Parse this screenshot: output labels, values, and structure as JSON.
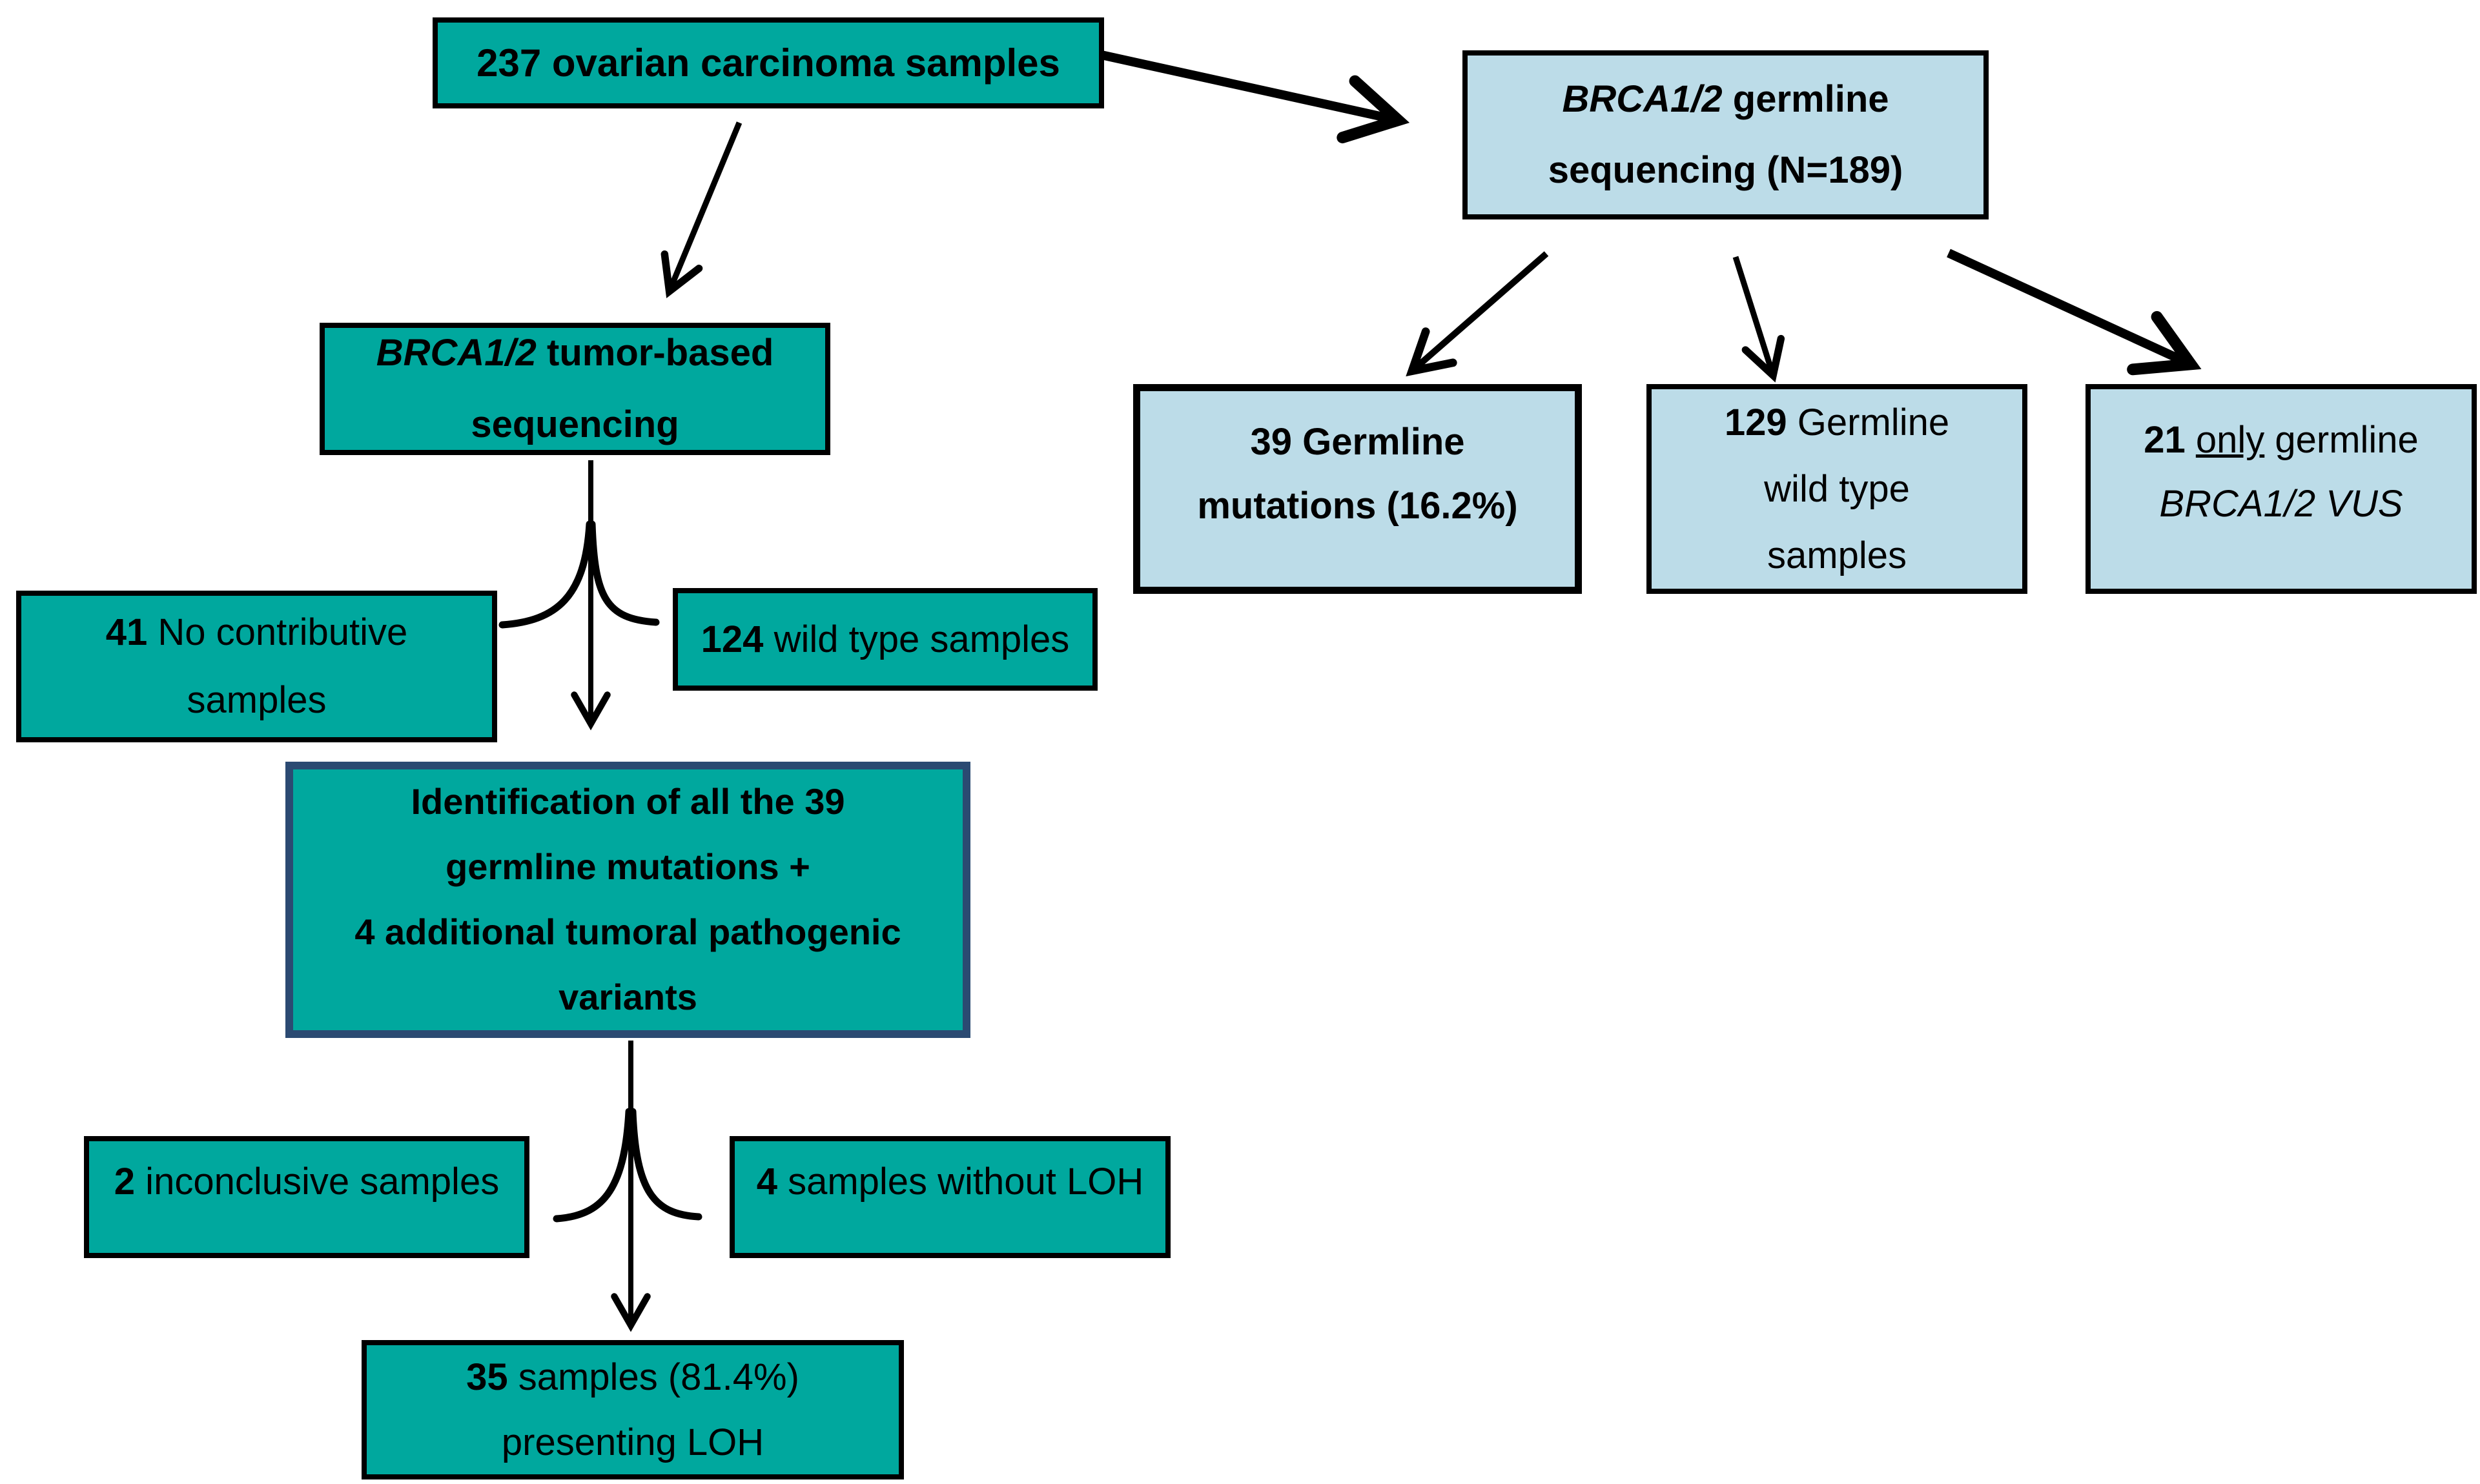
{
  "figure": {
    "description": "Flow chart of BRCA1/2 sequencing of ovarian carcinoma samples"
  },
  "colors": {
    "teal_box_fill": "#00A89E",
    "light_blue_box_fill": "#BCDCE8",
    "identification_box_border": "#2B4A72",
    "default_border": "#000000",
    "arrow": "#000000",
    "background": "#FFFFFF"
  },
  "nodes": {
    "total_samples": {
      "segments": [
        {
          "t": "237 ovarian carcinoma samples",
          "b": true
        }
      ]
    },
    "germline_sequencing": {
      "segments": [
        {
          "t": "BRCA1/2",
          "b": true,
          "i": true
        },
        {
          "t": " germline",
          "b": true
        },
        {
          "br": true
        },
        {
          "t": "sequencing (N=189)",
          "b": true
        }
      ]
    },
    "tumor_based_sequencing": {
      "segments": [
        {
          "t": "BRCA1/2",
          "b": true,
          "i": true
        },
        {
          "t": " tumor-based",
          "b": true
        },
        {
          "br": true
        },
        {
          "t": "sequencing",
          "b": true
        }
      ]
    },
    "germline_mutations": {
      "segments": [
        {
          "t": "39 Germline",
          "b": true
        },
        {
          "br": true
        },
        {
          "t": "mutations (16.2%)",
          "b": true
        }
      ]
    },
    "germline_wild_type": {
      "segments": [
        {
          "t": "129",
          "b": true
        },
        {
          "t": " Germline"
        },
        {
          "br": true
        },
        {
          "t": "wild type"
        },
        {
          "br": true
        },
        {
          "t": "samples"
        }
      ]
    },
    "only_germline_vus": {
      "segments": [
        {
          "t": "21",
          "b": true
        },
        {
          "t": " "
        },
        {
          "t": "only",
          "u": true
        },
        {
          "t": " germline"
        },
        {
          "br": true
        },
        {
          "t": "BRCA1/2 VUS",
          "i": true
        }
      ]
    },
    "no_contributive": {
      "segments": [
        {
          "t": "41",
          "b": true
        },
        {
          "t": " No contributive"
        },
        {
          "br": true
        },
        {
          "t": "samples"
        }
      ]
    },
    "wild_type_samples": {
      "segments": [
        {
          "t": "124",
          "b": true
        },
        {
          "t": " wild type samples"
        }
      ]
    },
    "identification": {
      "segments": [
        {
          "t": "Identification of all the 39",
          "b": true
        },
        {
          "br": true
        },
        {
          "t": "germline mutations +",
          "b": true
        },
        {
          "br": true
        },
        {
          "t": "4 additional tumoral pathogenic",
          "b": true
        },
        {
          "br": true
        },
        {
          "t": "variants",
          "b": true
        }
      ]
    },
    "inconclusive": {
      "segments": [
        {
          "t": "2",
          "b": true
        },
        {
          "t": " inconclusive samples"
        }
      ]
    },
    "without_loh": {
      "segments": [
        {
          "t": "4",
          "b": true
        },
        {
          "t": " samples without LOH"
        }
      ]
    },
    "presenting_loh": {
      "segments": [
        {
          "t": "35",
          "b": true
        },
        {
          "t": " samples (81.4%)"
        },
        {
          "br": true
        },
        {
          "t": "presenting LOH"
        }
      ]
    }
  },
  "edges": [
    {
      "from": "total_samples",
      "to": "tumor_based_sequencing",
      "style": "straight-arrow"
    },
    {
      "from": "total_samples",
      "to": "germline_sequencing",
      "style": "straight-arrow-thick"
    },
    {
      "from": "germline_sequencing",
      "to": "germline_mutations",
      "style": "straight-arrow"
    },
    {
      "from": "germline_sequencing",
      "to": "germline_wild_type",
      "style": "straight-arrow"
    },
    {
      "from": "germline_sequencing",
      "to": "only_germline_vus",
      "style": "straight-arrow-thick"
    },
    {
      "from": "tumor_based_sequencing",
      "to": "identification",
      "style": "funnel-arrow",
      "side_branches": [
        "no_contributive",
        "wild_type_samples"
      ]
    },
    {
      "from": "identification",
      "to": "presenting_loh",
      "style": "funnel-arrow",
      "side_branches": [
        "inconclusive",
        "without_loh"
      ]
    }
  ]
}
